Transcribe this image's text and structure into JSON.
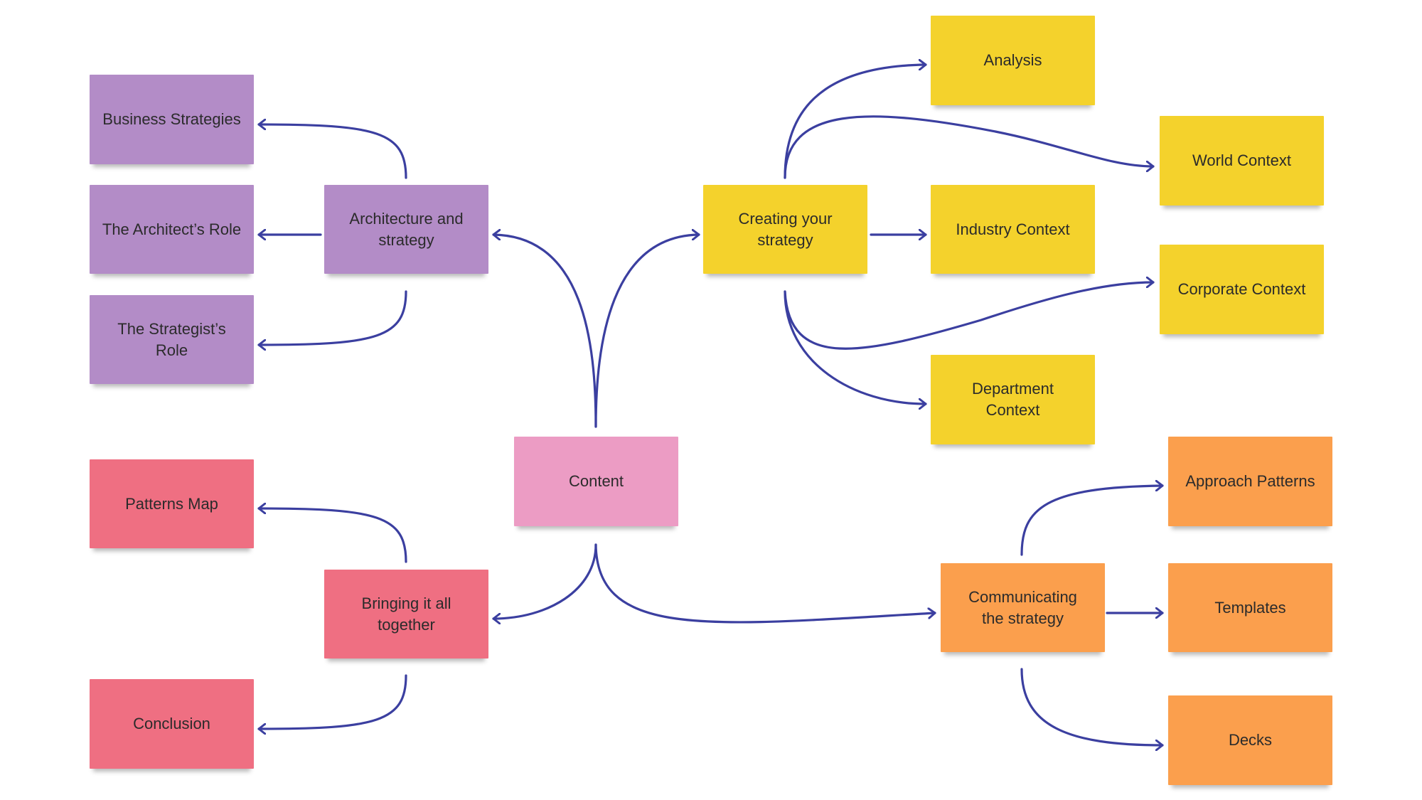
{
  "diagram": {
    "edge_color": "#3b3fa0",
    "colors": {
      "purple": "#b38cc7",
      "yellow": "#f4d22c",
      "red": "#ef6f82",
      "pink": "#ec9cc4",
      "orange": "#fb9f4d"
    },
    "nodes": {
      "content": "Content",
      "architecture_strategy": "Architecture and strategy",
      "business_strategies": "Business Strategies",
      "architects_role": "The Architect’s Role",
      "strategists_role": "The Strategist’s Role",
      "creating_strategy": "Creating your strategy",
      "analysis": "Analysis",
      "world_context": "World Context",
      "industry_context": "Industry Context",
      "corporate_context": "Corporate Context",
      "department_context": "Department Context",
      "bringing_together": "Bringing it all together",
      "patterns_map": "Patterns Map",
      "conclusion": "Conclusion",
      "communicating_strategy": "Communicating the strategy",
      "approach_patterns": "Approach Patterns",
      "templates": "Templates",
      "decks": "Decks"
    },
    "edges": [
      {
        "from": "content",
        "to": "architecture_strategy"
      },
      {
        "from": "content",
        "to": "creating_strategy"
      },
      {
        "from": "content",
        "to": "bringing_together"
      },
      {
        "from": "content",
        "to": "communicating_strategy"
      },
      {
        "from": "architecture_strategy",
        "to": "business_strategies"
      },
      {
        "from": "architecture_strategy",
        "to": "architects_role"
      },
      {
        "from": "architecture_strategy",
        "to": "strategists_role"
      },
      {
        "from": "creating_strategy",
        "to": "analysis"
      },
      {
        "from": "creating_strategy",
        "to": "world_context"
      },
      {
        "from": "creating_strategy",
        "to": "industry_context"
      },
      {
        "from": "creating_strategy",
        "to": "corporate_context"
      },
      {
        "from": "creating_strategy",
        "to": "department_context"
      },
      {
        "from": "bringing_together",
        "to": "patterns_map"
      },
      {
        "from": "bringing_together",
        "to": "conclusion"
      },
      {
        "from": "communicating_strategy",
        "to": "approach_patterns"
      },
      {
        "from": "communicating_strategy",
        "to": "templates"
      },
      {
        "from": "communicating_strategy",
        "to": "decks"
      }
    ]
  }
}
